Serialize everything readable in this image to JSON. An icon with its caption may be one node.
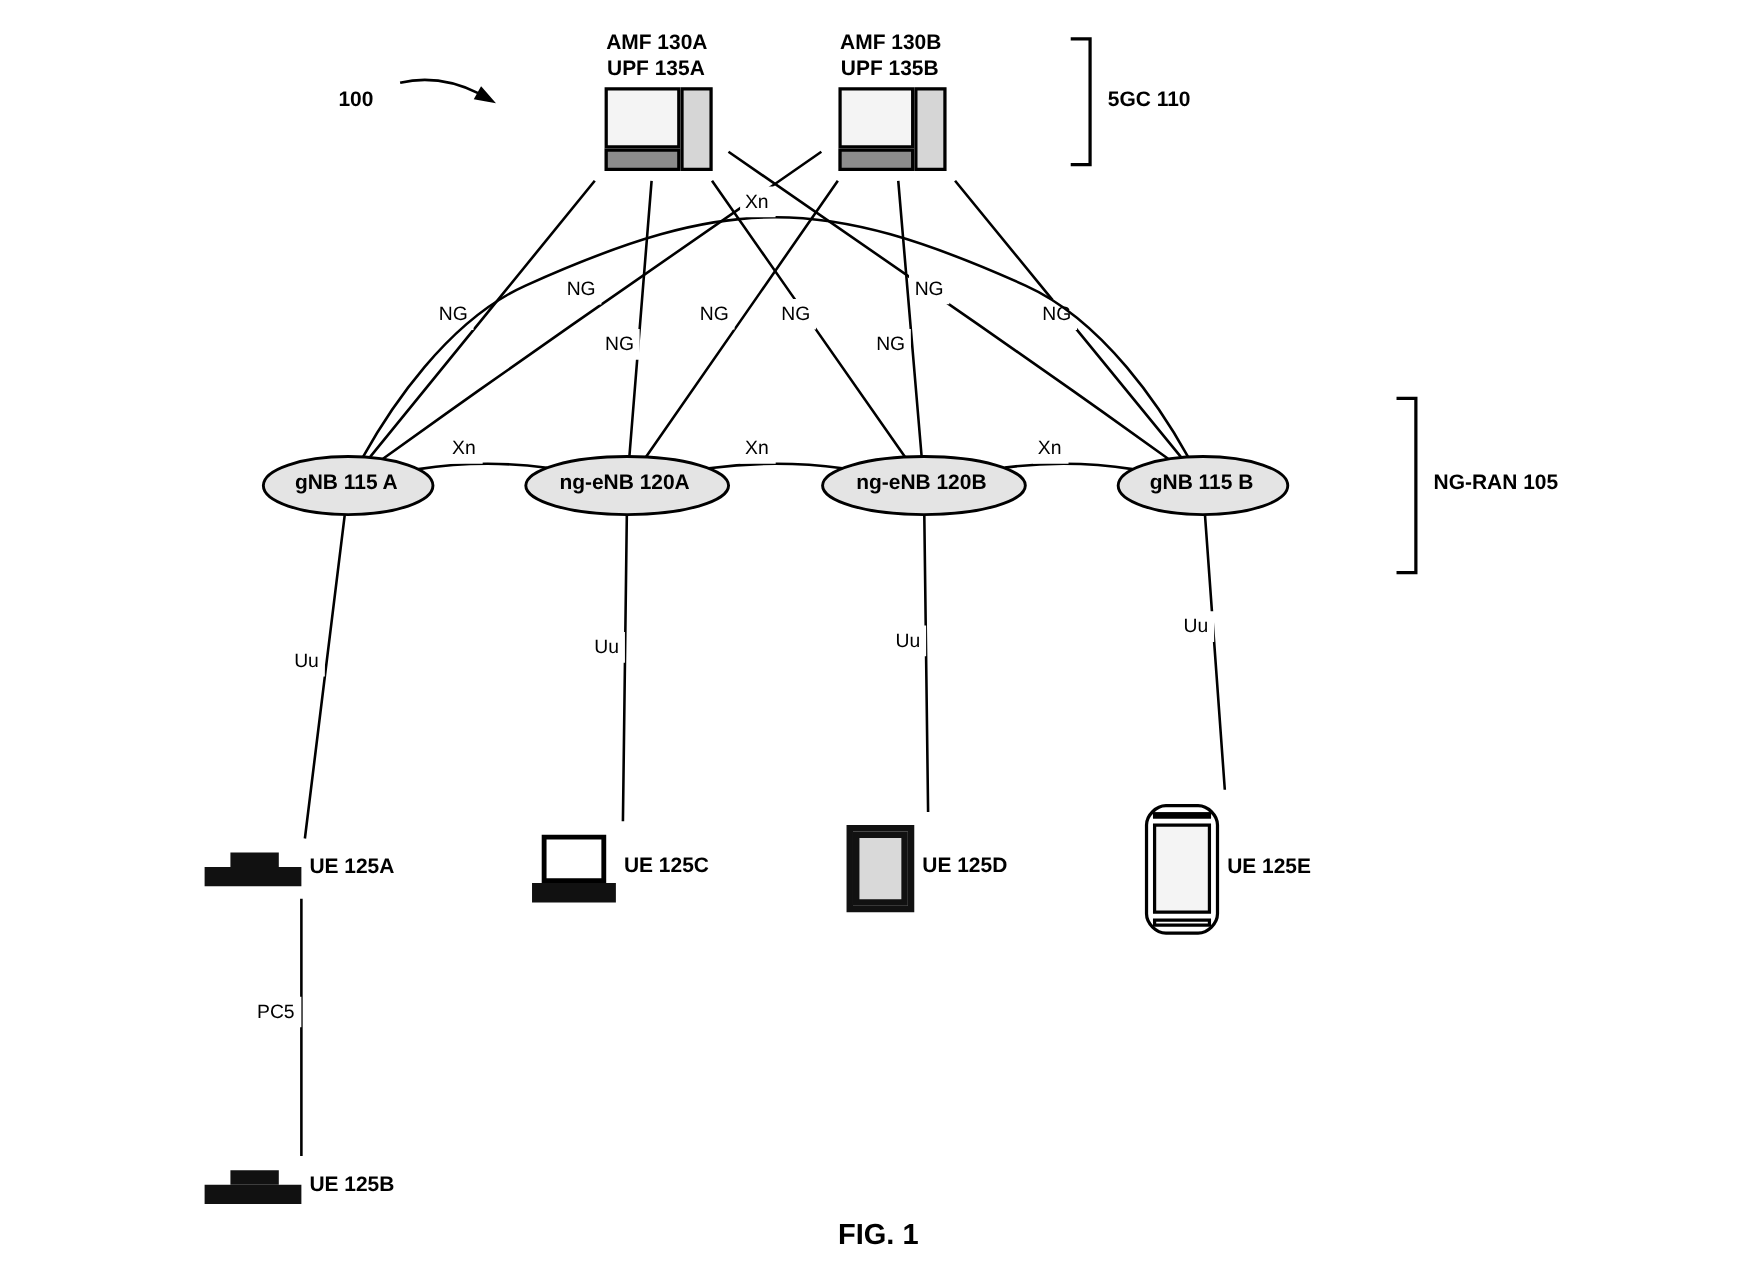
{
  "diagram": {
    "caption": "FIG. 1",
    "nodes": [
      {
        "text": [
          "100"
        ]
      },
      {
        "text": [
          "AMF 130A",
          "UPF 135A"
        ]
      },
      {
        "text": [
          "AMF 130B",
          "UPF 135B"
        ]
      },
      {
        "text": [
          "gNB 115 A"
        ]
      },
      {
        "text": [
          "gNB 115 B"
        ]
      },
      {
        "text": [
          "ng-eNB 120A"
        ]
      },
      {
        "text": [
          "ng-eNB 120B"
        ]
      },
      {
        "text": [
          "UE 125A"
        ]
      },
      {
        "text": [
          "UE 125B"
        ]
      },
      {
        "text": [
          "UE 125C"
        ]
      },
      {
        "text": [
          "UE 125D"
        ]
      },
      {
        "text": [
          "UE 125E"
        ]
      }
    ],
    "edges": [
      {
        "from": 0,
        "to": null,
        "arrow": "to"
      },
      {
        "from": 1,
        "to": 3,
        "label": "NG",
        "arrow": "none"
      },
      {
        "from": 1,
        "to": 5,
        "label": "NG",
        "arrow": "none"
      },
      {
        "from": 1,
        "to": 6,
        "label": "NG",
        "arrow": "none"
      },
      {
        "from": 1,
        "to": 4,
        "label": "NG",
        "arrow": "none"
      },
      {
        "from": 2,
        "to": 3,
        "label": "NG",
        "arrow": "none"
      },
      {
        "from": 2,
        "to": 5,
        "label": "NG",
        "arrow": "none"
      },
      {
        "from": 2,
        "to": 6,
        "label": "NG",
        "arrow": "none"
      },
      {
        "from": 2,
        "to": 4,
        "label": "NG",
        "arrow": "none"
      },
      {
        "from": 3,
        "to": 4,
        "label": "Xn",
        "arrow": "none"
      },
      {
        "from": 3,
        "to": 5,
        "label": "Xn",
        "arrow": "none"
      },
      {
        "from": 5,
        "to": 6,
        "label": "Xn",
        "arrow": "none"
      },
      {
        "from": 6,
        "to": 4,
        "label": "Xn",
        "arrow": "none"
      },
      {
        "from": 3,
        "to": 7,
        "label": "Uu",
        "arrow": "none"
      },
      {
        "from": 7,
        "to": 8,
        "label": "PC5",
        "arrow": "none"
      },
      {
        "from": 5,
        "to": 9,
        "label": "Uu",
        "arrow": "none"
      },
      {
        "from": 6,
        "to": 10,
        "label": "Uu",
        "arrow": "none"
      },
      {
        "from": 4,
        "to": 11,
        "label": "Uu",
        "arrow": "none"
      }
    ],
    "labels": [
      "5GC 110",
      "NG-RAN 105"
    ]
  }
}
